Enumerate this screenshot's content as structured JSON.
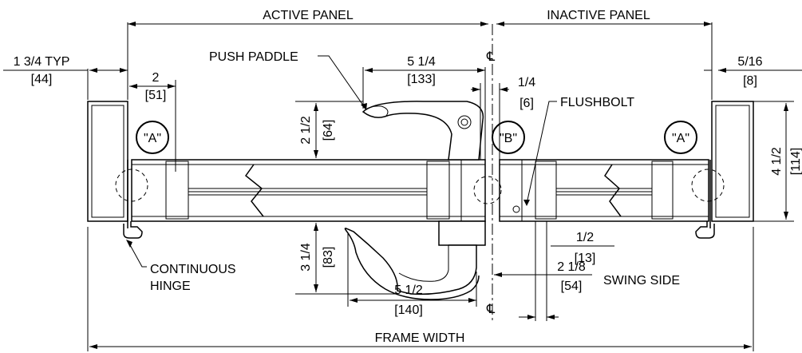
{
  "labels": {
    "active_panel": "ACTIVE PANEL",
    "inactive_panel": "INACTIVE PANEL",
    "frame_width": "FRAME WIDTH",
    "push_paddle": "PUSH PADDLE",
    "flushbolt": "FLUSHBOLT",
    "continuous_hinge_1": "CONTINUOUS",
    "continuous_hinge_2": "HINGE",
    "swing_side": "SWING SIDE",
    "marker_a": "\"A\"",
    "marker_b": "\"B\"",
    "centerline": "℄"
  },
  "dimensions": {
    "typ_1_3_4": "1 3/4 TYP",
    "typ_1_3_4_mm": "[44]",
    "d_2": "2",
    "d_2_mm": "[51]",
    "d_5_1_4": "5 1/4",
    "d_5_1_4_mm": "[133]",
    "d_1_4": "1/4",
    "d_1_4_mm": "[6]",
    "d_5_16": "5/16",
    "d_5_16_mm": "[8]",
    "d_2_1_2": "2 1/2",
    "d_2_1_2_mm": "[64]",
    "d_4_1_2": "4 1/2",
    "d_4_1_2_mm": "[114]",
    "d_3_1_4": "3 1/4",
    "d_3_1_4_mm": "[83]",
    "d_1_2": "1/2",
    "d_1_2_mm": "[13]",
    "d_2_1_8": "2 1/8",
    "d_2_1_8_mm": "[54]",
    "d_5_1_2": "5 1/2",
    "d_5_1_2_mm": "[140]"
  }
}
